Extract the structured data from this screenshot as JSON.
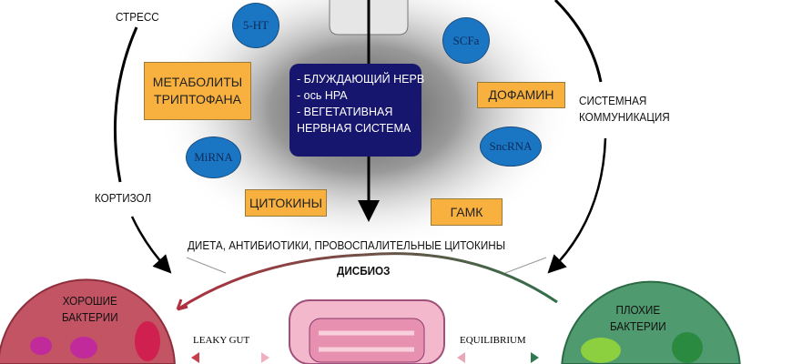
{
  "labels": {
    "stress": "СТРЕСС",
    "cortisol": "КОРТИЗОЛ",
    "systemic": [
      "СИСТЕМНАЯ",
      "КОММУНИКАЦИЯ"
    ],
    "factors": "ДИЕТА, АНТИБИОТИКИ, ПРОВОСПАЛИТЕЛЬНЫЕ ЦИТОКИНЫ",
    "dysbiosis": "ДИСБИОЗ",
    "leaky_gut": "LEAKY GUT",
    "equilibrium": "EQUILIBRIUM"
  },
  "navy_box": [
    "- БЛУЖДАЮЩИЙ НЕРВ",
    "- ось HPA",
    "- ВЕГЕТАТИВНАЯ",
    "НЕРВНАЯ СИСТЕМА"
  ],
  "orange_boxes": {
    "tryptophan": [
      "МЕТАБОЛИТЫ",
      "ТРИПТОФАНА"
    ],
    "dopamine": "ДОФАМИН",
    "cytokines": "ЦИТОКИНЫ",
    "gaba": "ГАМК"
  },
  "bubbles": {
    "serotonin": "5-HT",
    "scfa": "SCFa",
    "mirna": "MiRNA",
    "sncrna": "SncRNA"
  },
  "good_bacteria": [
    "ХОРОШИЕ",
    "БАКТЕРИИ"
  ],
  "bad_bacteria": [
    "ПЛОХИЕ",
    "БАКТЕРИИ"
  ],
  "colors": {
    "orange": "#f8b13e",
    "navy": "#17166e",
    "bubble": "#1a75c2",
    "good": "#c0485e",
    "bad": "#4f9a6e"
  }
}
